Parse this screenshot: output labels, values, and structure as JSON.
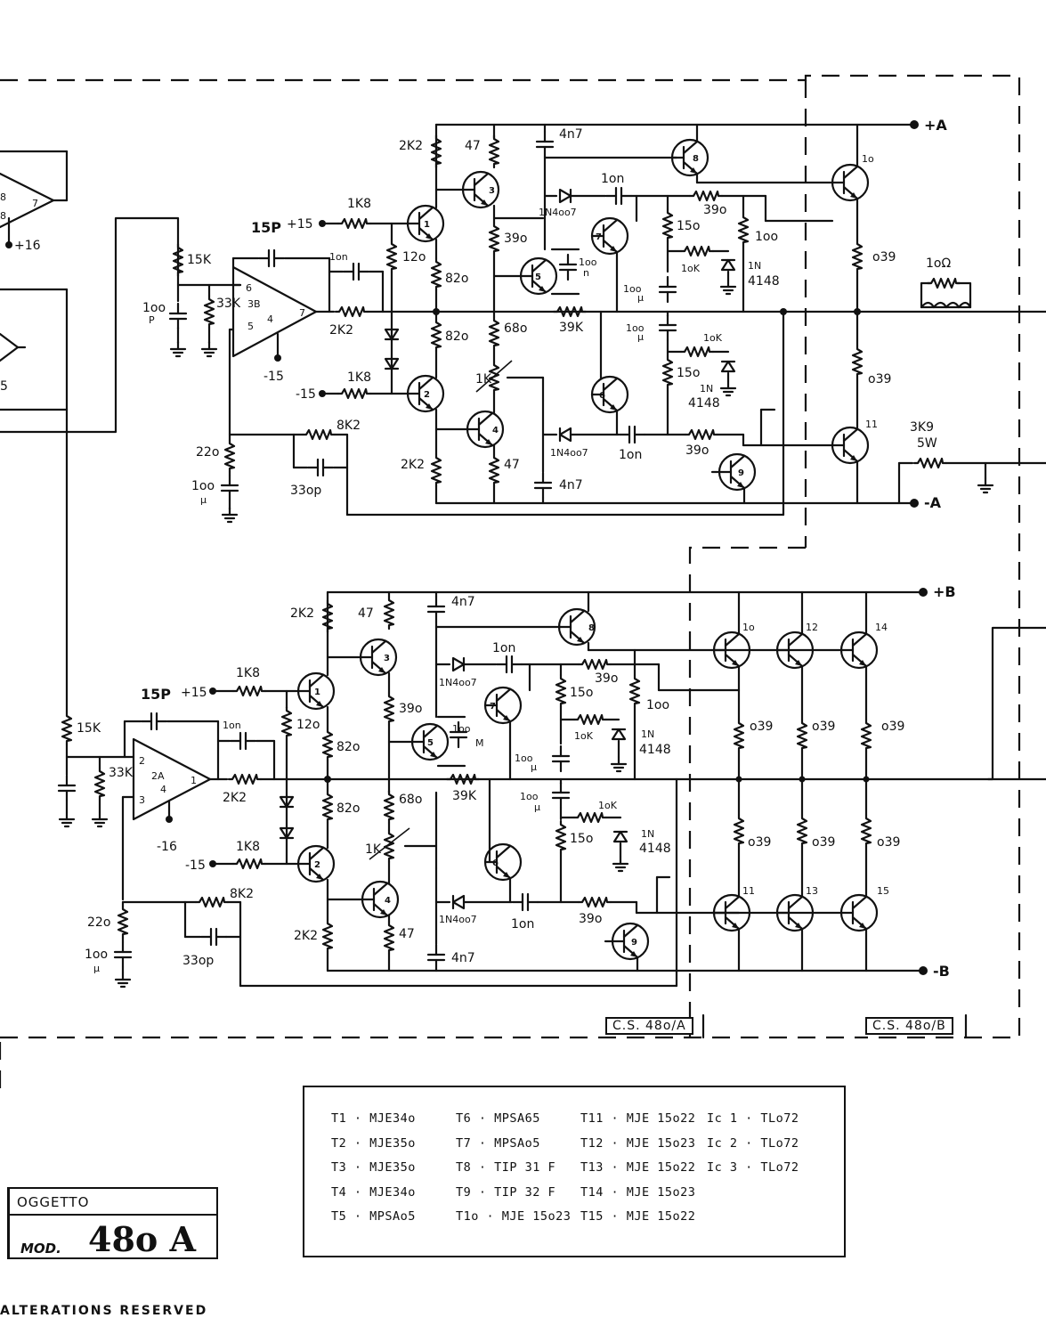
{
  "model": {
    "object_label": "OGGETTO",
    "prefix": "MOD.",
    "name": "48o A"
  },
  "footer": {
    "text": "ALTERATIONS RESERVED"
  },
  "boards": {
    "a": "C.S. 48o/A",
    "b": "C.S. 48o/B"
  },
  "rails": {
    "pos_a": "+A",
    "neg_a": "-A",
    "pos_b": "+B",
    "neg_b": "-B",
    "plus15": "+15",
    "minus15": "-15",
    "plus16": "+16",
    "minus16": "-16"
  },
  "output": {
    "inductor": "1oΩ",
    "power_resistor": "3K9",
    "power_rating": "5W"
  },
  "parts_list": {
    "col1": [
      "T1 · MJE34o",
      "T2 · MJE35o",
      "T3 · MJE35o",
      "T4 · MJE34o",
      "T5 · MPSAo5"
    ],
    "col2": [
      "T6 · MPSA65",
      "T7 · MPSAo5",
      "T8 · TIP 31 F",
      "T9 · TIP 32 F",
      "T1o · MJE 15o23"
    ],
    "col3": [
      "T11 · MJE 15o22",
      "T12 · MJE 15o23",
      "T13 · MJE 15o22",
      "T14 · MJE 15o23",
      "T15 · MJE 15o22"
    ],
    "col4": [
      "Ic 1 · TLo72",
      "Ic 2 · TLo72",
      "Ic 3 · TLo72"
    ]
  },
  "labels_a": {
    "c_15p": "15P",
    "r_15k": "15K",
    "c_100p": "1oo",
    "c_100p_unit": "P",
    "r_33k": "33K",
    "ic": "3B",
    "r_1k8_top": "1K8",
    "r_1k8_bot": "1K8",
    "r_120": "12o",
    "c_10n": "1on",
    "r_2k2_out": "2K2",
    "r_2k2_top": "2K2",
    "r_47_top": "47",
    "r_390": "39o",
    "r_820_top": "82o",
    "r_820_bot": "82o",
    "r_680": "68o",
    "pot_1k": "1K",
    "r_39k": "39K",
    "c_4n7_top": "4n7",
    "c_4n7_bot": "4n7",
    "d_1n4007_top": "1N4oo7",
    "d_1n4007_bot": "1N4oo7",
    "c_10n_top": "1on",
    "c_10n_bot": "1on",
    "r_390_top": "39o",
    "r_390_bot": "39o",
    "r_150_top": "15o",
    "r_150_bot": "15o",
    "r_10k_top": "1oK",
    "r_10k_bot": "1oK",
    "c_100u_top": "1oo",
    "c_100u_bot": "1oo",
    "unit_u": "μ",
    "r_100": "1oo",
    "d_1n4148_top_a": "1N",
    "d_1n4148_top_b": "4148",
    "d_1n4148_bot_a": "1N",
    "d_1n4148_bot_b": "4148",
    "c_100n": "1oo",
    "c_100n_unit": "n",
    "r_039_top": "o39",
    "r_039_bot": "o39",
    "r_220": "22o",
    "c_100u_in": "1oo",
    "c_100u_in_unit": "μ",
    "r_8k2": "8K2",
    "c_330p": "33op",
    "r_2k2_bot": "2K2",
    "r_47_bot": "47",
    "pin6": "6",
    "pin5": "5",
    "pin4": "4",
    "pin7": "7",
    "t1": "1",
    "t2": "2",
    "t3": "3",
    "t4": "4",
    "t5": "5",
    "t6": "6",
    "t7": "7",
    "t8": "8",
    "t9": "9",
    "t10": "1o",
    "t11": "11"
  },
  "labels_b": {
    "c_15p": "15P",
    "r_15k": "15K",
    "r_33k": "33K",
    "ic": "2A",
    "r_1k8_top": "1K8",
    "r_1k8_bot": "1K8",
    "r_120": "12o",
    "c_10n": "1on",
    "r_2k2_out": "2K2",
    "r_2k2_top": "2K2",
    "r_47_top": "47",
    "r_390": "39o",
    "r_820_top": "82o",
    "r_820_bot": "82o",
    "r_680": "68o",
    "pot_1k": "1K",
    "r_39k": "39K",
    "c_4n7_top": "4n7",
    "c_4n7_bot": "4n7",
    "d_1n4007_top": "1N4oo7",
    "d_1n4007_bot": "1N4oo7",
    "c_10n_top": "1on",
    "c_10n_bot": "1on",
    "r_390_top": "39o",
    "r_390_bot": "39o",
    "r_150_top": "15o",
    "r_150_bot": "15o",
    "r_10k_top": "1oK",
    "r_10k_bot": "1oK",
    "c_100u_top": "1oo",
    "c_100u_bot": "1oo",
    "unit_u": "μ",
    "r_100": "1oo",
    "d_1n4148_a": "1N",
    "d_1n4148_b": "4148",
    "c_100n": "1oo",
    "c_100n_unit": "M",
    "r_039": "o39",
    "r_220": "22o",
    "c_100u_in": "1oo",
    "c_100u_in_unit": "μ",
    "r_8k2": "8K2",
    "c_330p": "33op",
    "r_2k2_bot": "2K2",
    "r_47_bot": "47",
    "pin2": "2",
    "pin3": "3",
    "pin4": "4",
    "pin1": "1",
    "t1": "1",
    "t2": "2",
    "t3": "3",
    "t4": "4",
    "t5": "5",
    "t6": "6",
    "t7": "7",
    "t8": "8",
    "t9": "9",
    "t10": "1o",
    "t11": "11",
    "t12": "12",
    "t13": "13",
    "t14": "14",
    "t15": "15"
  }
}
